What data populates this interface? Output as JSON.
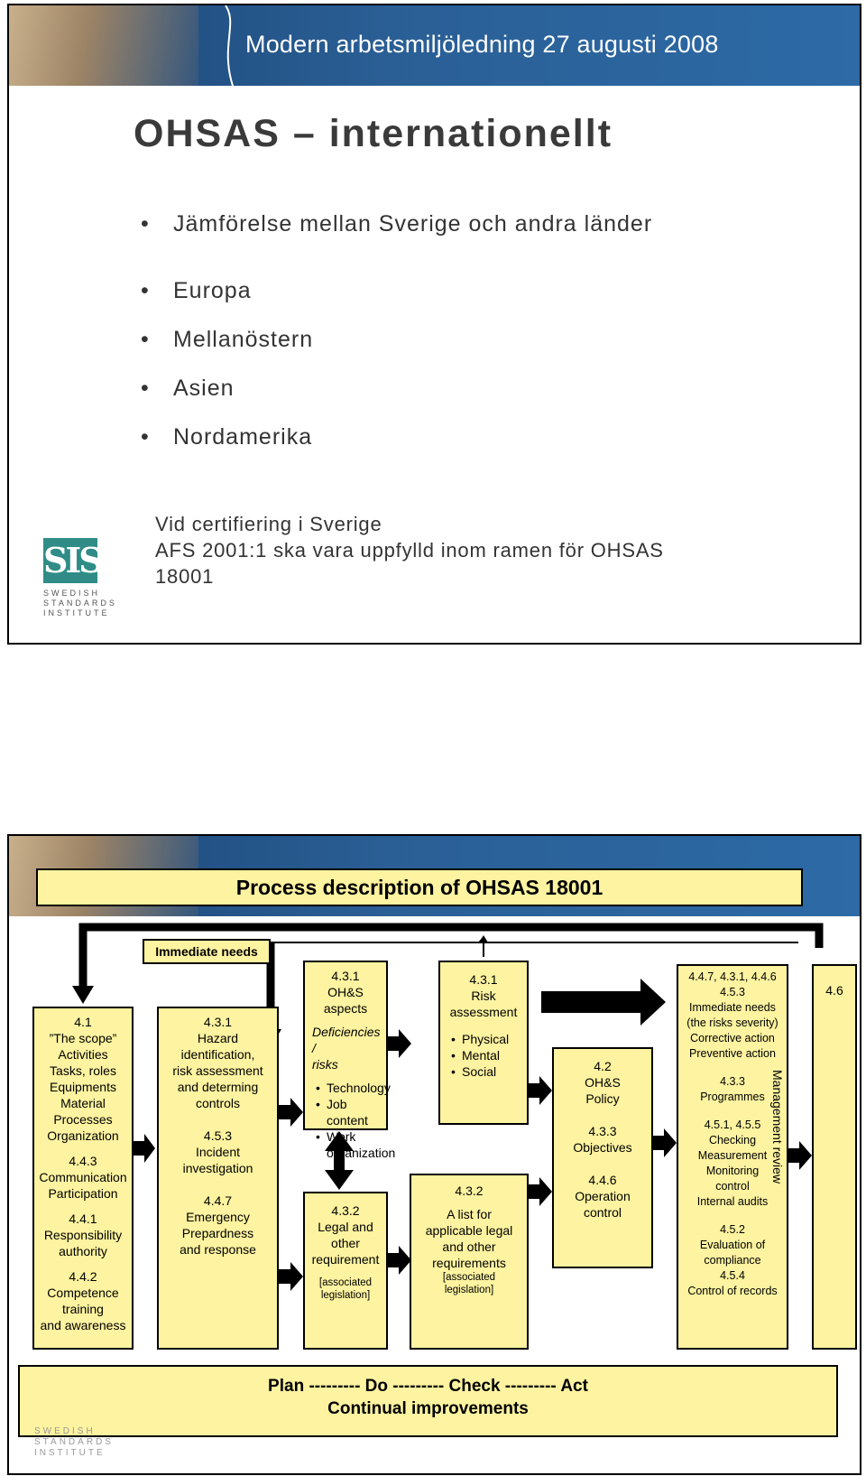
{
  "slide1": {
    "banner_text": "Modern arbetsmiljöledning 27 augusti 2008",
    "title": "OHSAS – internationellt",
    "bullets": [
      "Jämförelse mellan Sverige och andra länder",
      "Europa",
      "Mellanöstern",
      "Asien",
      "Nordamerika"
    ],
    "note_lines": [
      "Vid certifiering i Sverige",
      "AFS 2001:1 ska vara uppfylld inom ramen för OHSAS",
      "18001"
    ],
    "logo": {
      "mark": "SIS",
      "words": [
        "SWEDISH",
        "STANDARDS",
        "INSTITUTE"
      ]
    }
  },
  "slide2": {
    "title": "Process description of OHSAS 18001",
    "immediate_needs": "Immediate needs",
    "col1": [
      "4.1",
      "”The scope”",
      "Activities",
      "Tasks, roles",
      "Equipments",
      "Material",
      "Processes",
      "Organization",
      "4.4.3",
      "Communication",
      "Participation",
      "4.4.1",
      "Responsibility",
      "authority",
      "4.4.2",
      "Competence",
      "training",
      "and awareness"
    ],
    "col2": [
      "4.3.1",
      "Hazard",
      "identification,",
      "risk assessment",
      "and determing",
      "controls",
      "4.5.3",
      "Incident",
      "investigation",
      "4.4.7",
      "Emergency",
      "Prepardness",
      "and response"
    ],
    "col3_top": {
      "heading": [
        "4.3.1",
        "OH&S aspects"
      ],
      "italic": [
        "Deficiencies /",
        "risks"
      ],
      "items": [
        "Technology",
        "Job content",
        "Work organization"
      ]
    },
    "col3_bottom": {
      "lines": [
        "4.3.2",
        "Legal and",
        "other",
        "requirement"
      ],
      "small": [
        "[associated",
        "legislation]"
      ]
    },
    "col4_top": {
      "heading": [
        "4.3.1",
        "Risk",
        "assessment"
      ],
      "items": [
        "Physical",
        "Mental",
        "Social"
      ]
    },
    "col4_bottom": {
      "lines": [
        "4.3.2",
        "A list for",
        "applicable legal",
        "and other",
        "requirements"
      ],
      "small": [
        "[associated",
        "legislation]"
      ]
    },
    "col5": [
      "4.2",
      "OH&S",
      "Policy",
      "4.3.3",
      "Objectives",
      "4.4.6",
      "Operation",
      "control"
    ],
    "col6": [
      "4.4.7, 4.3.1, 4.4.6",
      "4.5.3",
      "Immediate needs",
      "(the risks severity)",
      "Corrective action",
      "Preventive action",
      "4.3.3",
      "Programmes",
      "4.5.1, 4.5.5",
      "Checking",
      "Measurement",
      "Monitoring",
      "control",
      "Internal audits",
      "4.5.2",
      "Evaluation of",
      "compliance",
      "4.5.4",
      "Control of records"
    ],
    "col7_number": "4.6",
    "col7_label": "Management review",
    "pdca_line1": "Plan --------- Do --------- Check --------- Act",
    "pdca_line2": "Continual improvements",
    "faded_logo": [
      "SWEDISH",
      "STANDARDS",
      "INSTITUTE"
    ]
  },
  "colors": {
    "banner": "#2a5f95",
    "box_fill": "#fdf3a0",
    "sis_teal": "#2f8c86"
  }
}
